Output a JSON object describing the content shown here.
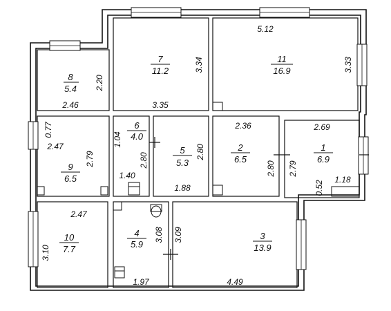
{
  "rooms": [
    {
      "number": "1",
      "area": "6.9"
    },
    {
      "number": "2",
      "area": "6.5"
    },
    {
      "number": "3",
      "area": "13.9"
    },
    {
      "number": "4",
      "area": "5.9"
    },
    {
      "number": "5",
      "area": "5.3"
    },
    {
      "number": "6",
      "area": "4.0"
    },
    {
      "number": "7",
      "area": "11.2"
    },
    {
      "number": "8",
      "area": "5.4"
    },
    {
      "number": "9",
      "area": "6.5"
    },
    {
      "number": "10",
      "area": "7.7"
    },
    {
      "number": "11",
      "area": "16.9"
    }
  ],
  "dimensions": [
    "5.12",
    "3.33",
    "3.34",
    "3.35",
    "2.20",
    "2.46",
    "0.77",
    "2.47",
    "2.79",
    "1.04",
    "2.80",
    "1.40",
    "2.80",
    "1.88",
    "2.36",
    "2.80",
    "2.69",
    "2.79",
    "0.52",
    "1.18",
    "2.47",
    "3.10",
    "3.08",
    "1.97",
    "3.09",
    "4.49"
  ]
}
